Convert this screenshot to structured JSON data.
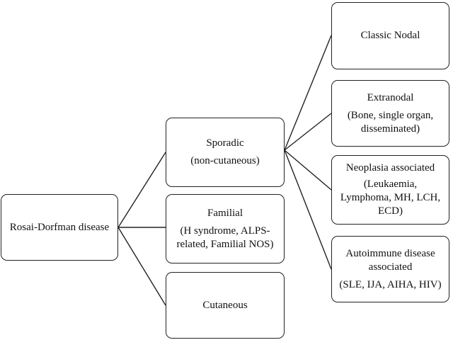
{
  "root": {
    "label": "Rosai-Dorfman disease"
  },
  "categories": [
    {
      "title": "Sporadic",
      "subtitle": "(non-cutaneous)"
    },
    {
      "title": "Familial",
      "subtitle": "(H syndrome, ALPS-\nrelated, Familial NOS)"
    },
    {
      "title": "Cutaneous",
      "subtitle": ""
    }
  ],
  "sporadic_subtypes": [
    {
      "title": "Classic Nodal",
      "subtitle": ""
    },
    {
      "title": "Extranodal",
      "subtitle": "(Bone, single organ,\ndisseminated)"
    },
    {
      "title": "Neoplasia associated",
      "subtitle": "(Leukaemia,\nLymphoma,  MH, LCH,\nECD)"
    },
    {
      "title": "Autoimmune disease\nassociated",
      "subtitle": "(SLE, IJA, AIHA, HIV)"
    }
  ]
}
